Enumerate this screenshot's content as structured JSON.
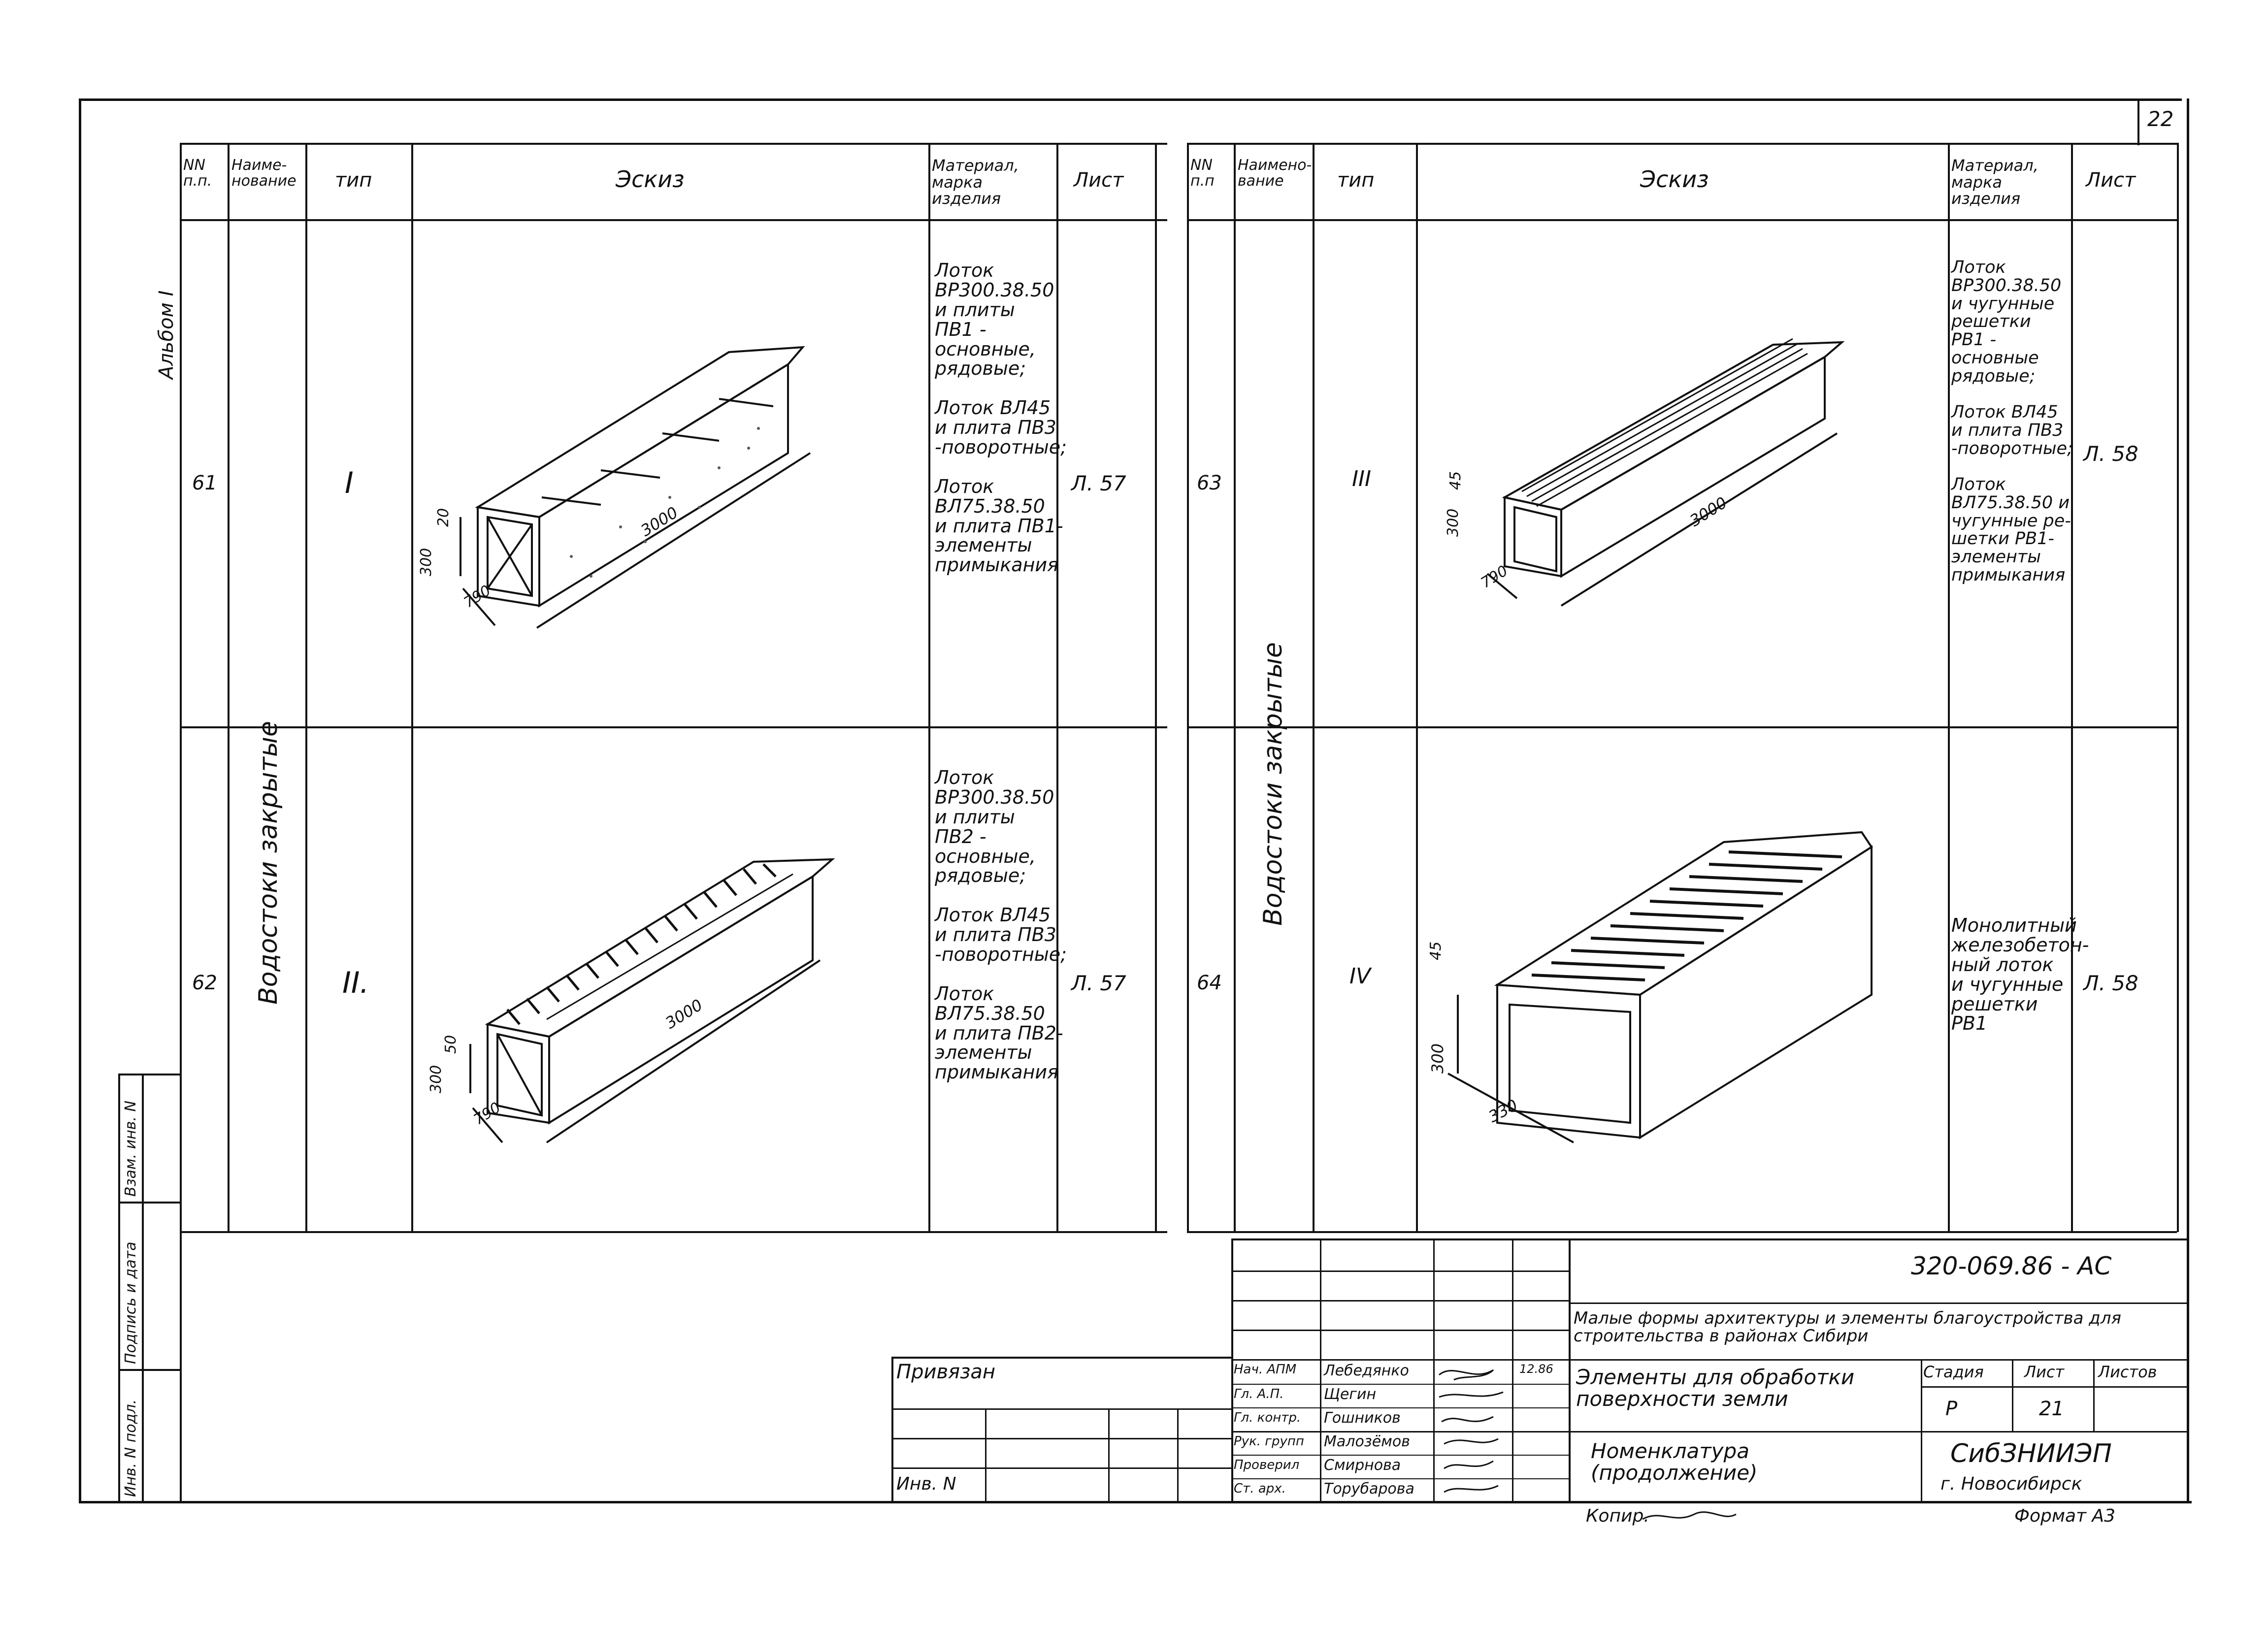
{
  "header": {
    "corner_number": "22",
    "album": "Альбом I"
  },
  "table_left": {
    "col_nn": "NN п.п.",
    "col_name": "Наиме-нование",
    "col_type": "тип",
    "col_sketch": "Эскиз",
    "col_material": "Материал, марка изделия",
    "col_sheet": "Лист",
    "group_label": "Водостоки закрытые",
    "rows": [
      {
        "nn": "61",
        "type": "I",
        "dims": [
          "300",
          "20",
          "3000",
          "790"
        ],
        "material": "Лоток\nВР300.38.50\nи плиты\nПВ1 -\nосновные,\nрядовые;\n\nЛоток ВЛ45\nи плита ПВ3\n-поворотные;\n\nЛоток\nВЛ75.38.50\nи плита ПВ1-\nэлементы\nпримыкания",
        "sheet": "Л. 57"
      },
      {
        "nn": "62",
        "type": "II.",
        "dims": [
          "300",
          "50",
          "3000",
          "790"
        ],
        "material": "Лоток\nВР300.38.50\nи плиты\nПВ2 -\nосновные,\nрядовые;\n\nЛоток ВЛ45\nи плита ПВ3\n-поворотные;\n\nЛоток\nВЛ75.38.50\nи плита ПВ2-\nэлементы\nпримыкания",
        "sheet": "Л. 57"
      }
    ]
  },
  "table_right": {
    "col_nn": "NN п.п",
    "col_name": "Наимено-вание",
    "col_type": "тип",
    "col_sketch": "Эскиз",
    "col_material": "Материал, марка изделия",
    "col_sheet": "Лист",
    "group_label": "Водостоки закрытые",
    "rows": [
      {
        "nn": "63",
        "type": "III",
        "dims": [
          "300",
          "45",
          "3000",
          "790"
        ],
        "material": "Лоток\nВР300.38.50\nи чугунные\nрешетки\nРВ1 -\nосновные\nрядовые;\n\nЛоток ВЛ45\nи плита ПВ3\n-поворотные;\n\nЛоток\nВЛ75.38.50 и\nчугунные ре-\nшетки РВ1-\nэлементы\nпримыкания",
        "sheet": "Л. 58"
      },
      {
        "nn": "64",
        "type": "IV",
        "dims": [
          "300",
          "45",
          "330"
        ],
        "material": "Монолитный\nжелезобетон-\nный лоток\nи чугунные\nрешетки\nРВ1",
        "sheet": "Л. 58"
      }
    ]
  },
  "side_stamp": [
    "Инв. N подл.",
    "Подпись и дата",
    "Взам. инв. N"
  ],
  "binding": {
    "label": "Привязан",
    "inv": "Инв. N"
  },
  "title_block": {
    "code": "320-069.86 -   АС",
    "project": "Малые формы архитектуры и элементы благоустройства для строительства в районах Сибири",
    "sheet_title": "Элементы для обработки поверхности земли",
    "doc_title": "Номенклатура (продолжение)",
    "stage_hdr": "Стадия",
    "sheet_hdr": "Лист",
    "sheets_hdr": "Листов",
    "stage": "Р",
    "sheet": "21",
    "org": "СибЗНИИЭП",
    "city": "г. Новосибирск",
    "staff": [
      {
        "role": "Нач. АПМ",
        "name": "Лебедянко"
      },
      {
        "role": "Гл. А.П.",
        "name": "Щегин"
      },
      {
        "role": "Гл. контр.",
        "name": "Гошников"
      },
      {
        "role": "Рук. групп",
        "name": "Малозёмов"
      },
      {
        "role": "Проверил",
        "name": "Смирнова"
      },
      {
        "role": "Ст. арх.",
        "name": "Торубарова"
      }
    ],
    "date": "12.86"
  },
  "footer": {
    "copied": "Копир.",
    "format": "Формат А3"
  }
}
